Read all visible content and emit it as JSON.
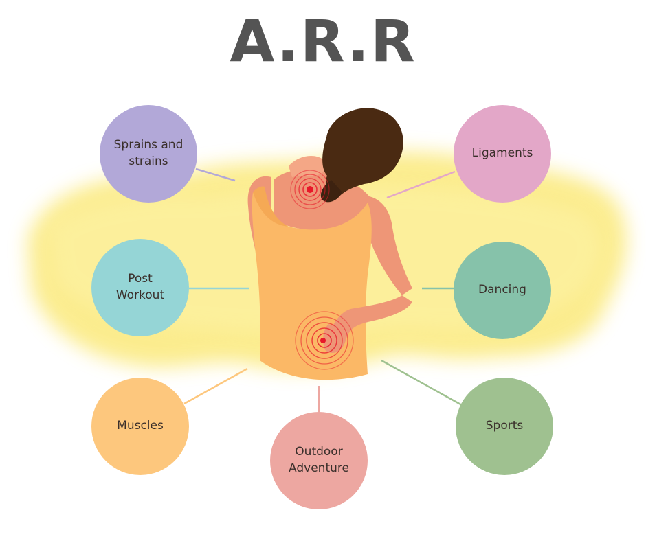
{
  "title": "A.R.R",
  "bubbles": {
    "sprains": "Sprains and strains",
    "ligaments": "Ligaments",
    "post_workout": "Post Workout",
    "dancing": "Dancing",
    "muscles": "Muscles",
    "outdoor": "Outdoor Adventure",
    "sports": "Sports"
  },
  "colors": {
    "title": "#545454",
    "sprains": "#b2a8d8",
    "ligaments": "#e3a7c8",
    "post_workout": "#95d5d6",
    "dancing": "#86c2aa",
    "muscles": "#fdc77d",
    "outdoor": "#eda7a1",
    "sports": "#9fc190",
    "watercolor": "#fbe97a",
    "skin": "#ee9677",
    "top": "#fbb866",
    "hair": "#4a2a12",
    "pain": "#e8182a"
  }
}
